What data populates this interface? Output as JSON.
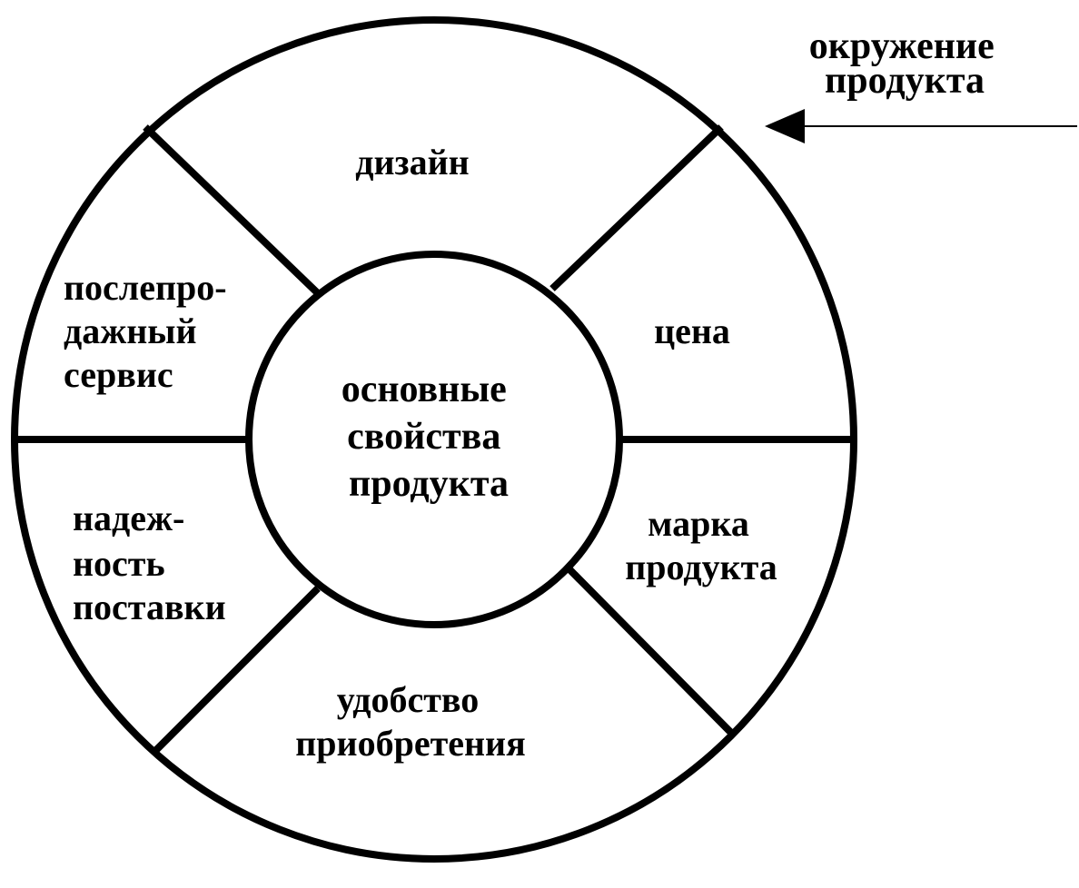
{
  "colors": {
    "stroke": "#000000",
    "background": "#ffffff",
    "text": "#000000"
  },
  "core": {
    "lines": [
      "основные",
      "свойства",
      "продукта"
    ]
  },
  "segments": [
    {
      "id": "design",
      "lines": [
        "дизайн"
      ]
    },
    {
      "id": "price",
      "lines": [
        "цена"
      ]
    },
    {
      "id": "brand",
      "lines": [
        "марка",
        "продукта"
      ]
    },
    {
      "id": "purchase-convenience",
      "lines": [
        "удобство",
        "приобретения"
      ]
    },
    {
      "id": "delivery-reliability",
      "lines": [
        "надеж-",
        "ность",
        "поставки"
      ]
    },
    {
      "id": "after-sales-service",
      "lines": [
        "послепро-",
        "дажный",
        "сервис"
      ]
    }
  ],
  "environment": {
    "lines": [
      "окружение",
      "продукта"
    ],
    "arrow_icon": "arrow-left-icon"
  }
}
